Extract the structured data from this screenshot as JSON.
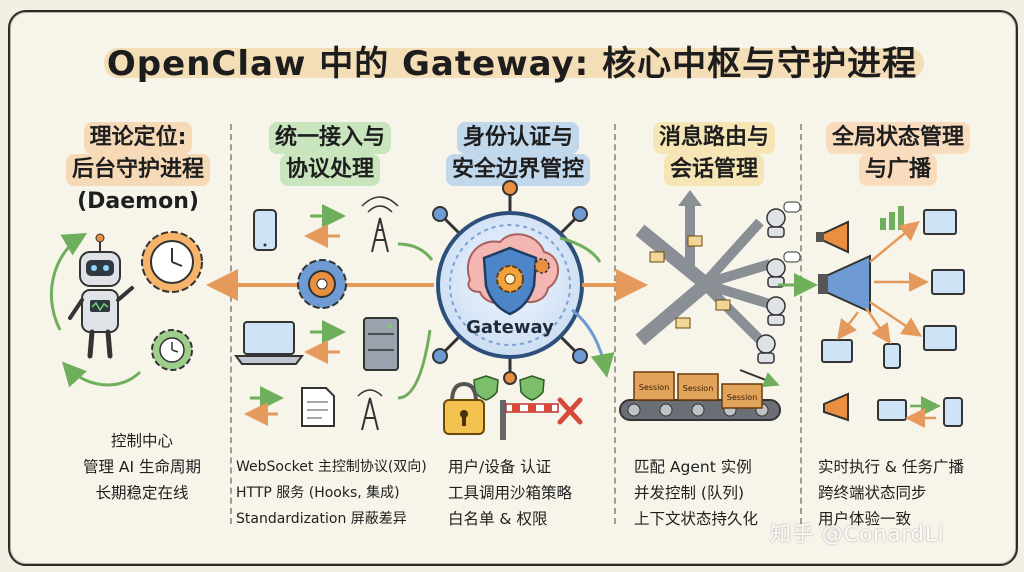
{
  "title": "OpenClaw 中的 Gateway: 核心中枢与守护进程",
  "center_label": "Gateway",
  "columns": [
    {
      "heading_lines": [
        "理论定位:",
        "后台守护进程",
        "(Daemon)"
      ],
      "items": [
        "控制中心",
        "管理 AI 生命周期",
        "长期稳定在线"
      ]
    },
    {
      "heading_lines": [
        "统一接入与",
        "协议处理"
      ],
      "items": [
        "WebSocket 主控制协议(双向)",
        "HTTP 服务 (Hooks, 集成)",
        "Standardization 屏蔽差异"
      ]
    },
    {
      "heading_lines": [
        "身份认证与",
        "安全边界管控"
      ],
      "items": [
        "用户/设备 认证",
        "工具调用沙箱策略",
        "白名单 & 权限"
      ]
    },
    {
      "heading_lines": [
        "消息路由与",
        "会话管理"
      ],
      "items": [
        "匹配 Agent 实例",
        "并发控制 (队列)",
        "上下文状态持久化"
      ]
    },
    {
      "heading_lines": [
        "全局状态管理",
        "与广播"
      ],
      "items": [
        "实时执行 & 任务广播",
        "跨终端状态同步",
        "用户体验一致"
      ]
    }
  ],
  "conveyor_labels": [
    "Session",
    "Session",
    "Session"
  ],
  "watermark": "知乎 @ConardLi",
  "colors": {
    "background": "#f7f4ea",
    "border": "#2b2b2b",
    "arrow_orange": "#e59a5b",
    "arrow_green": "#6fae5b",
    "shield_blue": "#4d86c8",
    "gear_orange": "#e8903f"
  }
}
